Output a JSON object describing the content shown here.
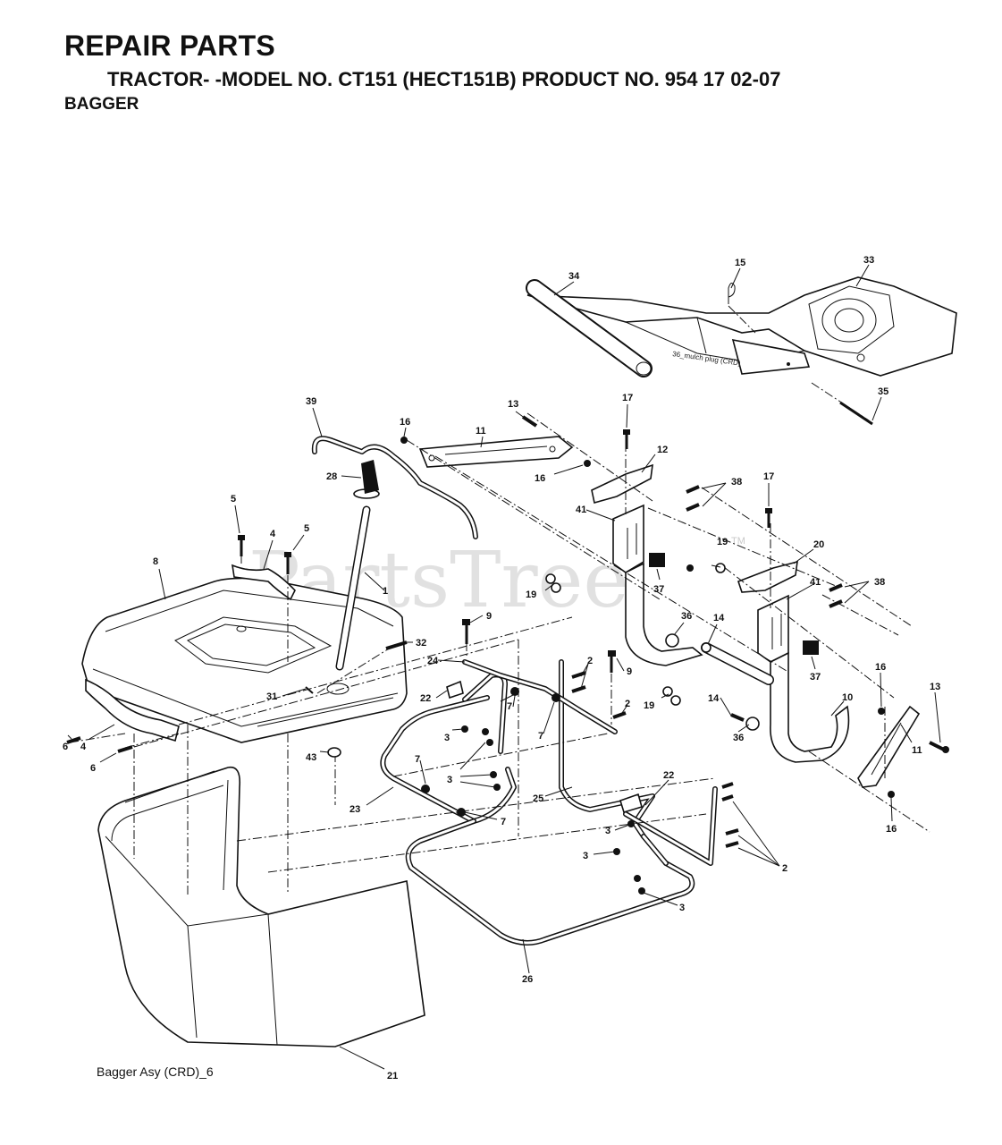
{
  "header": {
    "title": "REPAIR PARTS",
    "model_line": "TRACTOR- -MODEL NO. CT151 (HECT151B) PRODUCT NO. 954 17 02-07",
    "section": "BAGGER"
  },
  "watermark": {
    "text": "PartsTree",
    "tm": "TM"
  },
  "inset_label": "36_mulch plug (CRD)",
  "caption": "Bagger Asy (CRD)_6",
  "callouts": {
    "c34": "34",
    "c15": "15",
    "c33": "33",
    "c35": "35",
    "c39": "39",
    "c16a": "16",
    "c11a": "11",
    "c13a": "13",
    "c16b": "16",
    "c17a": "17",
    "c12": "12",
    "c38a": "38",
    "c17b": "17",
    "c28": "28",
    "c41a": "41",
    "c19a": "19",
    "c19b": "19",
    "c37a": "37",
    "c20": "20",
    "c38b": "38",
    "c41b": "41",
    "c5a": "5",
    "c4a": "4",
    "c5b": "5",
    "c8": "8",
    "c1": "1",
    "c9a": "9",
    "c36a": "36",
    "c14a": "14",
    "c37b": "37",
    "c32": "32",
    "c24": "24",
    "c2a": "2",
    "c9b": "9",
    "c31": "31",
    "c22a": "22",
    "c7a": "7",
    "c2b": "2",
    "c19c": "19",
    "c14b": "14",
    "c36b": "36",
    "c10": "10",
    "c16c": "16",
    "c13b": "13",
    "c6a": "6",
    "c4b": "4",
    "c3a": "3",
    "c7b": "7",
    "c11b": "11",
    "c6b": "6",
    "c43": "43",
    "c7c": "7",
    "c3b": "3",
    "c22b": "22",
    "c23": "23",
    "c25": "25",
    "c7d": "7",
    "c3c": "3",
    "c3d": "3",
    "c2c": "2",
    "c16d": "16",
    "c3e": "3",
    "c26": "26",
    "c21": "21"
  }
}
